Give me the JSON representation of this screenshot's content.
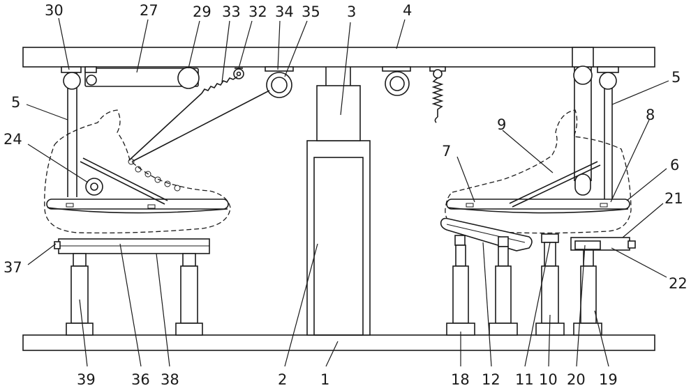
{
  "labels": [
    {
      "id": "30",
      "text": "30"
    },
    {
      "id": "27",
      "text": "27"
    },
    {
      "id": "29",
      "text": "29"
    },
    {
      "id": "33",
      "text": "33"
    },
    {
      "id": "32",
      "text": "32"
    },
    {
      "id": "34",
      "text": "34"
    },
    {
      "id": "35",
      "text": "35"
    },
    {
      "id": "3",
      "text": "3"
    },
    {
      "id": "4",
      "text": "4"
    },
    {
      "id": "5a",
      "text": "5"
    },
    {
      "id": "5b",
      "text": "5"
    },
    {
      "id": "24",
      "text": "24"
    },
    {
      "id": "9",
      "text": "9"
    },
    {
      "id": "8",
      "text": "8"
    },
    {
      "id": "7",
      "text": "7"
    },
    {
      "id": "6",
      "text": "6"
    },
    {
      "id": "21",
      "text": "21"
    },
    {
      "id": "22",
      "text": "22"
    },
    {
      "id": "37",
      "text": "37"
    },
    {
      "id": "39",
      "text": "39"
    },
    {
      "id": "36",
      "text": "36"
    },
    {
      "id": "38",
      "text": "38"
    },
    {
      "id": "2",
      "text": "2"
    },
    {
      "id": "1",
      "text": "1"
    },
    {
      "id": "18",
      "text": "18"
    },
    {
      "id": "12",
      "text": "12"
    },
    {
      "id": "11",
      "text": "11"
    },
    {
      "id": "10",
      "text": "10"
    },
    {
      "id": "20",
      "text": "20"
    },
    {
      "id": "19",
      "text": "19"
    }
  ]
}
